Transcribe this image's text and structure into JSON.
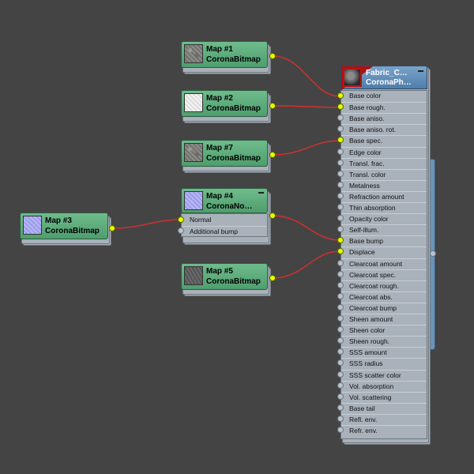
{
  "colors": {
    "background": "#444444",
    "wire": "#d23030",
    "port_connected": "#e6ff00",
    "port_empty": "#b9c3cc",
    "map_header": "#5fae7e",
    "material_header": "#6a93b8"
  },
  "nodes": {
    "map1": {
      "title": "Map #1",
      "type": "CoronaBitmap",
      "thumb": "stone-texture"
    },
    "map2": {
      "title": "Map #2",
      "type": "CoronaBitmap",
      "thumb": "white-texture"
    },
    "map7": {
      "title": "Map #7",
      "type": "CoronaBitmap",
      "thumb": "stone-texture"
    },
    "map4": {
      "title": "Map #4",
      "type": "CoronaNo…",
      "thumb": "normal-texture",
      "slots": [
        "Normal",
        "Additional bump"
      ]
    },
    "map3": {
      "title": "Map #3",
      "type": "CoronaBitmap",
      "thumb": "normal-texture"
    },
    "map5": {
      "title": "Map #5",
      "type": "CoronaBitmap",
      "thumb": "dark-texture"
    }
  },
  "material": {
    "title": "Fabric_C…",
    "type": "CoronaPh…",
    "slots": [
      "Base color",
      "Base rough.",
      "Base aniso.",
      "Base aniso. rot.",
      "Base spec.",
      "Edge color",
      "Transl. frac.",
      "Transl. color",
      "Metalness",
      "Refraction amount",
      "Thin absorption",
      "Opacity color",
      "Self-illum.",
      "Base bump",
      "Displace",
      "Clearcoat amount",
      "Clearcoat spec.",
      "Clearcoat rough.",
      "Clearcoat abs.",
      "Clearcoat bump",
      "Sheen amount",
      "Sheen color",
      "Sheen rough.",
      "SSS amount",
      "SSS radius",
      "SSS scatter color",
      "Vol. absorption",
      "Vol. scattering",
      "Base tail",
      "Refl. env.",
      "Refr. env."
    ],
    "connected_slots": [
      0,
      1,
      4,
      13,
      14
    ]
  }
}
